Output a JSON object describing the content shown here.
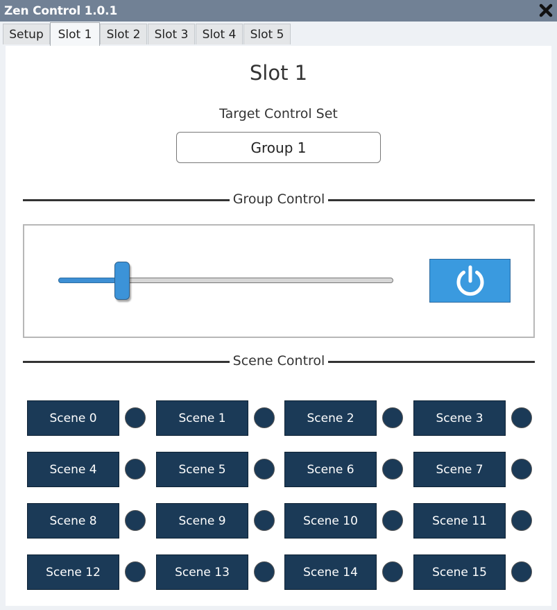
{
  "window": {
    "title": "Zen Control 1.0.1",
    "close_icon": "close-x-icon"
  },
  "tabs": [
    {
      "label": "Setup",
      "active": false
    },
    {
      "label": "Slot 1",
      "active": true
    },
    {
      "label": "Slot 2",
      "active": false
    },
    {
      "label": "Slot 3",
      "active": false
    },
    {
      "label": "Slot 4",
      "active": false
    },
    {
      "label": "Slot 5",
      "active": false
    }
  ],
  "slot": {
    "title": "Slot 1",
    "target_label": "Target Control Set",
    "target_value": "Group 1"
  },
  "group_control": {
    "label": "Group Control",
    "level_fraction": 0.19,
    "power_icon": "power-icon"
  },
  "scene_control": {
    "label": "Scene Control",
    "scenes": [
      "Scene 0",
      "Scene 1",
      "Scene 2",
      "Scene 3",
      "Scene 4",
      "Scene 5",
      "Scene 6",
      "Scene 7",
      "Scene 8",
      "Scene 9",
      "Scene 10",
      "Scene 11",
      "Scene 12",
      "Scene 13",
      "Scene 14",
      "Scene 15"
    ]
  },
  "colors": {
    "titlebar": "#718195",
    "accent": "#3a9adf",
    "scene_button": "#1b3a57"
  }
}
